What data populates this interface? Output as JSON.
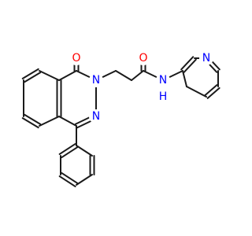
{
  "colors": {
    "background": "#ffffff",
    "bond": "#1a1a1a",
    "oxygen": "#ff0000",
    "nitrogen": "#0000ff"
  },
  "atoms": {
    "o1": "O",
    "o2": "O",
    "n_ring": "N",
    "n_ring2": "N",
    "n_amide": "N",
    "h_amide": "H",
    "n_pyridine": "N"
  }
}
